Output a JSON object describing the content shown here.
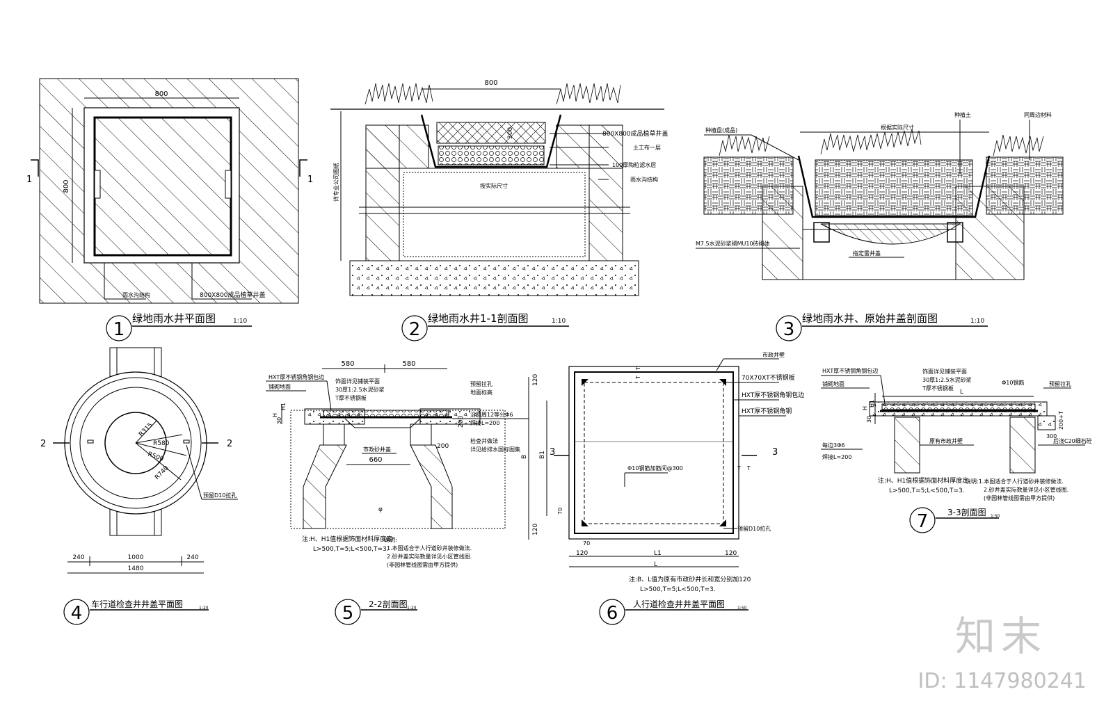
{
  "drawings": {
    "d1": {
      "num": "1",
      "title": "绿地雨水井平面图",
      "scale": "1:10",
      "dim_w": "800",
      "dim_h": "800",
      "cut_left": "1",
      "cut_right": "1",
      "note_left": "雨水沟结构",
      "note_right": "800X800成品植草井盖"
    },
    "d2": {
      "num": "2",
      "title": "绿地雨水井1-1剖面图",
      "scale": "1:10",
      "dim_top": "800",
      "dim_300": "300",
      "note_1": "800X800成品植草井盖",
      "note_2": "土工布一层",
      "note_3": "100厚陶粒滤水层",
      "note_4": "雨水沟结构",
      "note_mid": "按实际尺寸",
      "note_vert": "详专业公司图纸"
    },
    "d3": {
      "num": "3",
      "title": "绿地雨水井、原始井盖剖面图",
      "scale": "1:10",
      "note_plant": "种植盘(成品)",
      "note_size": "根据实际尺寸",
      "note_soil": "种植土",
      "note_same": "同周边材料",
      "note_mortar": "M7.5水泥砂浆砌MU10砖砌体",
      "note_cover": "指定雷井盖"
    },
    "d4": {
      "num": "4",
      "title": "车行道检查井井盖平面图",
      "scale": "1:20",
      "r1": "R315",
      "r2": "R580",
      "r3": "R500",
      "r4": "R740",
      "cut_left": "2",
      "cut_right": "2",
      "note_hole": "预留D10拉孔",
      "dim_a": "240",
      "dim_b": "1000",
      "dim_c": "240",
      "dim_total": "1480"
    },
    "d5": {
      "num": "5",
      "title": "2-2剖面图",
      "scale": "1:20",
      "dim_580a": "580",
      "dim_580b": "580",
      "dim_660": "660",
      "dim_200a": "200",
      "dim_200b": "200",
      "dim_h": "H",
      "dim_h1": "H1",
      "dim_30": "30",
      "dim_phi": "φ",
      "note_hxt": "HXT厚不锈钢角钢包边",
      "note_face": "饰面详见铺装平面",
      "note_mortar": "30厚1:2.5水泥砂浆",
      "note_steel": "T厚不锈钢板",
      "note_pave": "铺砌地面",
      "note_hole": "预留拉孔",
      "note_elev": "地面标高",
      "note_ring": "沿圆周12等分Φ6",
      "note_weld": "焊接L=200",
      "note_well": "市政砂井盖",
      "note_check": "检查井做法",
      "note_std": "详见给排水国标图集",
      "note_b1": "注:H、H1值根据饰面材料厚度定",
      "note_b2": "L>500,T=5;L<500,T=3.",
      "note_b3": "说明:",
      "note_b4": "1.本图适合于人行道砂井装修做法.",
      "note_b5": "2.砂井盖实际数量详见小区管线图.",
      "note_b6": "(非园林管线图需由甲方提供)"
    },
    "d6": {
      "num": "6",
      "title": "人行道检查井井盖平面图",
      "scale": "1:50",
      "note_city": "市政井壁",
      "note_angle": "70X70XT不锈钢板",
      "note_hxt": "HXT厚不锈钢角钢包边",
      "note_hxt2": "HXT厚不锈钢角钢",
      "note_rebar": "Φ10钢筋加筋间@300",
      "note_hole": "预留D10拉孔",
      "dim_120a": "120",
      "dim_120b": "120",
      "dim_120c": "120",
      "dim_120d": "120",
      "dim_70a": "70",
      "dim_70b": "70",
      "dim_b": "B",
      "dim_b1": "B1",
      "dim_l": "L",
      "dim_l1": "L1",
      "dim_t1": "T",
      "dim_t2": "T",
      "dim_t3": "T",
      "dim_t4": "T",
      "cut_left": "3",
      "cut_right": "3",
      "note_b1": "注:B、L值为原有市政砂井长和宽分别加120",
      "note_b2": "L>500,T=5;L<500,T=3."
    },
    "d7": {
      "num": "7",
      "title": "3-3剖面图",
      "scale": "1:50",
      "note_hxt": "HXT厚不锈钢角钢包边",
      "note_face": "饰面详见铺装平面",
      "note_mortar": "30厚1:2.5水泥砂浆",
      "note_steel": "T厚不锈钢板",
      "note_pave": "铺砌地面",
      "note_rebar": "Φ10钢筋",
      "note_hole": "预留拉孔",
      "note_l": "L",
      "note_h": "H",
      "note_h1": "H1",
      "note_30": "30",
      "note_200": "200+T",
      "note_300": "300",
      "note_city": "原有市政井壁",
      "note_c20": "后浇C20细石砼",
      "note_ring": "每边3Φ6",
      "note_weld": "焊接L=200",
      "note_b1": "注:H、H1值根据饰面材料厚度定",
      "note_b2": "L>500,T=5;L<500,T=3.",
      "note_b3": "说明:1.本图适合于人行道砂井装修做法.",
      "note_b4": "2.砂井盖实际数量详见小区管线图.",
      "note_b5": "(非园林管线图需由甲方提供)"
    }
  },
  "watermark": {
    "logo": "知末",
    "id": "ID: 1147980241"
  }
}
